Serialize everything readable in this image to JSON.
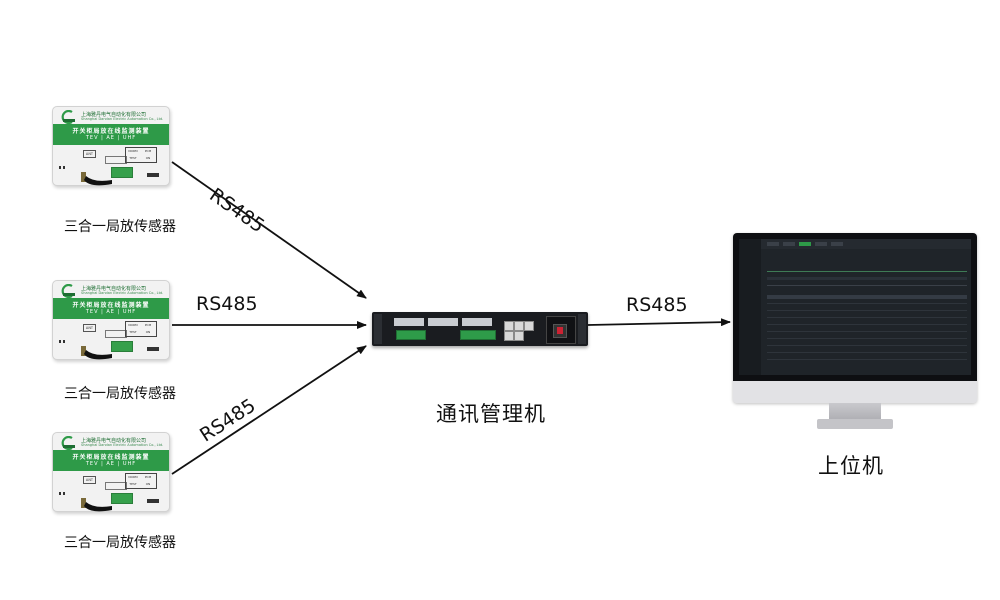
{
  "sensors": [
    {
      "label": "三合一局放传感器",
      "company": "上海雅丹电气自动化有限公司",
      "company_en": "Shanghai Dandan Electric Automation Co., Ltd.",
      "title": "开关柜局放在线监测装置",
      "subtitle": "TEV | AE | UHF",
      "ant": "ANT",
      "table_cells": [
        "NORM",
        "PCM",
        "",
        "",
        "TEST",
        "ON"
      ],
      "connection": "RS485"
    },
    {
      "label": "三合一局放传感器",
      "company": "上海雅丹电气自动化有限公司",
      "company_en": "Shanghai Dandan Electric Automation Co., Ltd.",
      "title": "开关柜局放在线监测装置",
      "subtitle": "TEV | AE | UHF",
      "ant": "ANT",
      "table_cells": [
        "NORM",
        "PCM",
        "",
        "",
        "TEST",
        "ON"
      ],
      "connection": "RS485"
    },
    {
      "label": "三合一局放传感器",
      "company": "上海雅丹电气自动化有限公司",
      "company_en": "Shanghai Dandan Electric Automation Co., Ltd.",
      "title": "开关柜局放在线监测装置",
      "subtitle": "TEV | AE | UHF",
      "ant": "ANT",
      "table_cells": [
        "NORM",
        "PCM",
        "",
        "",
        "TEST",
        "ON"
      ],
      "connection": "RS485"
    }
  ],
  "hub": {
    "label": "通讯管理机"
  },
  "uplink": {
    "connection": "RS485"
  },
  "host": {
    "label": "上位机"
  },
  "colors": {
    "brand_green": "#2e9a48",
    "line": "#111111"
  }
}
